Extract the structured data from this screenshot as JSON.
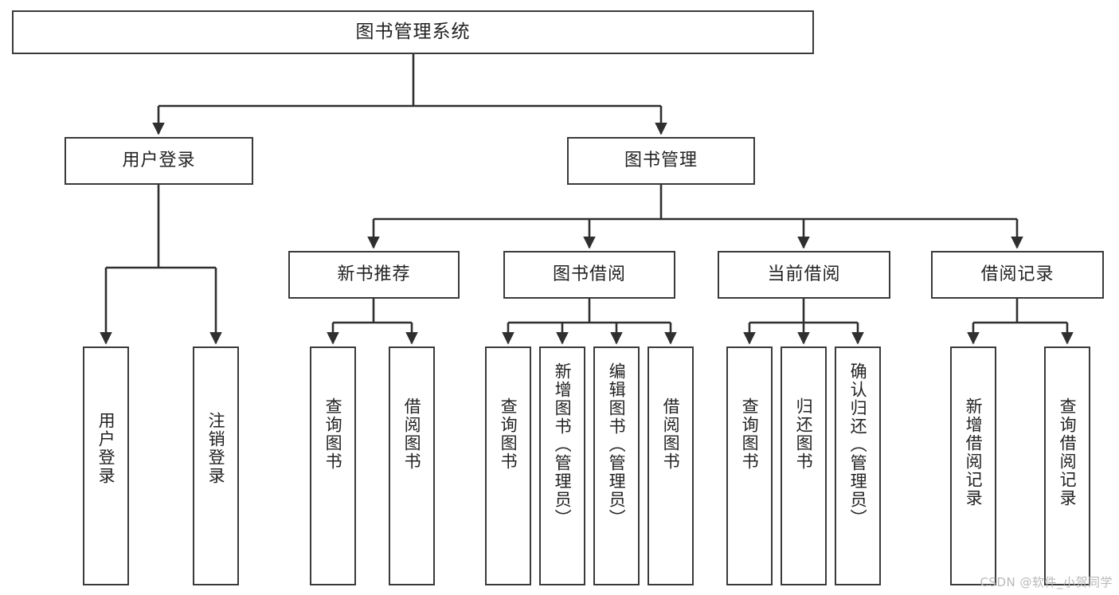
{
  "diagram": {
    "title": "图书管理系统",
    "type": "tree",
    "watermark": "CSDN @软件_小贺同学",
    "colors": {
      "background": "#ffffff",
      "box_fill": "#ffffff",
      "box_border": "#3a3a3a",
      "connector": "#2f2f2f",
      "text": "#222222",
      "watermark": "#b9b9b9"
    },
    "root": {
      "label": "图书管理系统"
    },
    "level2": [
      {
        "label": "用户登录"
      },
      {
        "label": "图书管理"
      }
    ],
    "level3": [
      {
        "label": "新书推荐"
      },
      {
        "label": "图书借阅"
      },
      {
        "label": "当前借阅"
      },
      {
        "label": "借阅记录"
      }
    ],
    "leaves": {
      "user_login": [
        {
          "label": "用户登录"
        },
        {
          "label": "注销登录"
        }
      ],
      "new_book_recommend": [
        {
          "label": "查询图书"
        },
        {
          "label": "借阅图书"
        }
      ],
      "book_borrow": [
        {
          "label": "查询图书"
        },
        {
          "label": "新增图书（管理员）"
        },
        {
          "label": "编辑图书（管理员）"
        },
        {
          "label": "借阅图书"
        }
      ],
      "current_borrow": [
        {
          "label": "查询图书"
        },
        {
          "label": "归还图书"
        },
        {
          "label": "确认归还（管理员）"
        }
      ],
      "borrow_record": [
        {
          "label": "新增借阅记录"
        },
        {
          "label": "查询借阅记录"
        }
      ]
    }
  }
}
